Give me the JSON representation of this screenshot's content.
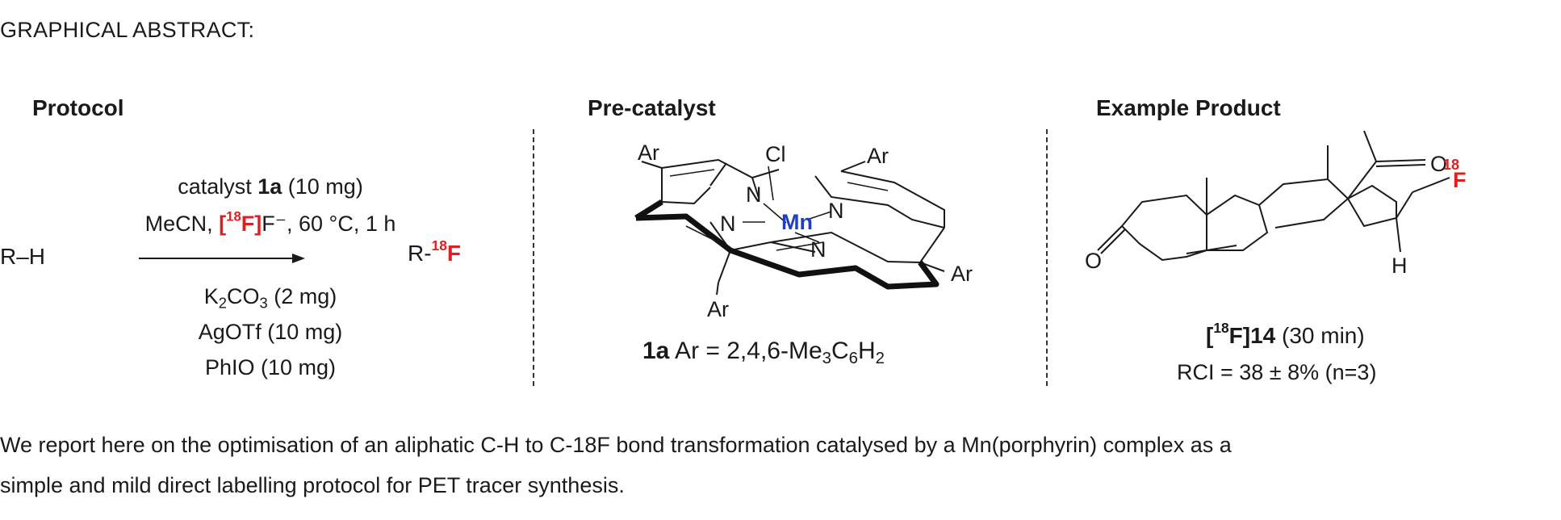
{
  "heading": "GRAPHICAL ABSTRACT:",
  "protocol": {
    "title": "Protocol",
    "substrate": "R–H",
    "cond_line1_pre": "catalyst ",
    "cond_line1_bold": "1a",
    "cond_line1_post": " (10 mg)",
    "cond_line2_pre": "MeCN, ",
    "cond_line2_red_open": "[",
    "cond_line2_sup": "18",
    "cond_line2_red_close": "F]",
    "cond_line2_post": "F⁻, 60 °C, 1 h",
    "cond_line3_pre": "K",
    "cond_line3_sub1": "2",
    "cond_line3_mid": "CO",
    "cond_line3_sub2": "3",
    "cond_line3_post": " (2 mg)",
    "cond_line4": "AgOTf (10 mg)",
    "cond_line5": "PhIO (10 mg)",
    "product_pre": "R-",
    "product_sup": "18",
    "product_F": "F"
  },
  "precatalyst": {
    "title": "Pre-catalyst",
    "atom_cl": "Cl",
    "atom_mn": "Mn",
    "atom_n": "N",
    "ar": "Ar",
    "caption_bold": "1a",
    "caption_pre": " Ar = 2,4,6-Me",
    "caption_sub1": "3",
    "caption_mid": "C",
    "caption_sub2": "6",
    "caption_mid2": "H",
    "caption_sub3": "2"
  },
  "example": {
    "title": "Example Product",
    "atom_o": "O",
    "atom_h": "H",
    "f_sup": "18",
    "f_label": "F",
    "caption_open": "[",
    "caption_sup": "18",
    "caption_close": "F]14",
    "caption_time": " (30 min)",
    "rci": "RCI = 38 ± 8% (n=3)"
  },
  "summary": {
    "line1": "We report here on the optimisation of an aliphatic C-H to C-18F bond transformation catalysed by a Mn(porphyrin) complex as a",
    "line2": "simple and mild direct labelling protocol for PET tracer synthesis."
  },
  "colors": {
    "text": "#1a1a1a",
    "fluorine_red": "#e02020",
    "manganese_blue": "#1f3fbf"
  }
}
